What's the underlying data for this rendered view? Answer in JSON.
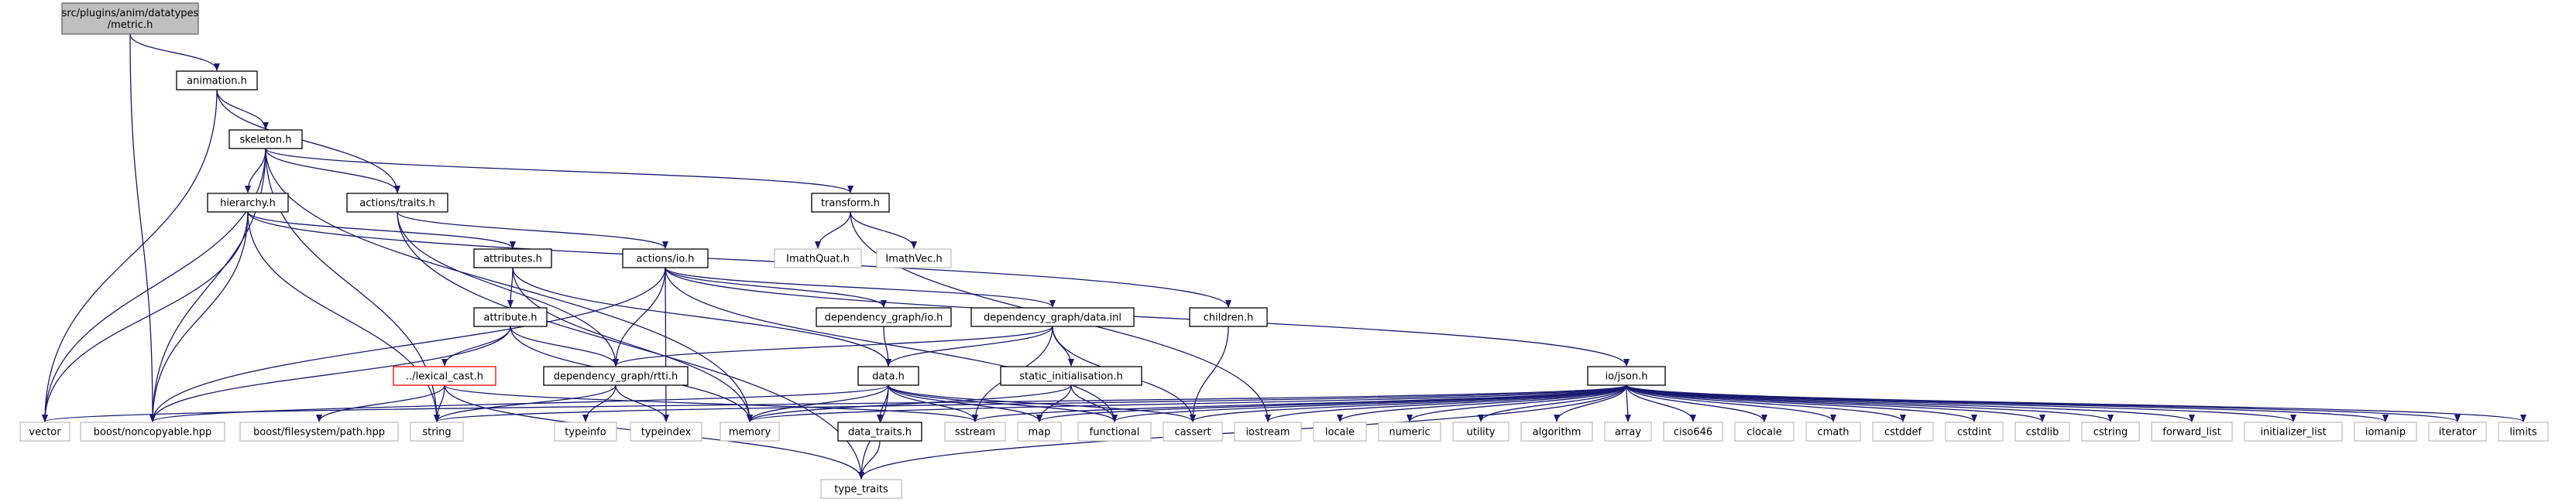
{
  "diagram": {
    "nodes": [
      {
        "id": "root",
        "lines": [
          "src/plugins/anim/datatypes",
          "/metric.h"
        ],
        "style": "root"
      },
      {
        "id": "animation",
        "lines": [
          "animation.h"
        ],
        "style": "normal"
      },
      {
        "id": "skeleton",
        "lines": [
          "skeleton.h"
        ],
        "style": "normal"
      },
      {
        "id": "hierarchy",
        "lines": [
          "hierarchy.h"
        ],
        "style": "normal"
      },
      {
        "id": "actions_traits",
        "lines": [
          "actions/traits.h"
        ],
        "style": "normal"
      },
      {
        "id": "transform",
        "lines": [
          "transform.h"
        ],
        "style": "normal"
      },
      {
        "id": "imathquat",
        "lines": [
          "ImathQuat.h"
        ],
        "style": "gray"
      },
      {
        "id": "imathvec",
        "lines": [
          "ImathVec.h"
        ],
        "style": "gray"
      },
      {
        "id": "attributes",
        "lines": [
          "attributes.h"
        ],
        "style": "normal"
      },
      {
        "id": "actions_io",
        "lines": [
          "actions/io.h"
        ],
        "style": "normal"
      },
      {
        "id": "attribute",
        "lines": [
          "attribute.h"
        ],
        "style": "normal"
      },
      {
        "id": "dg_io",
        "lines": [
          "dependency_graph/io.h"
        ],
        "style": "normal"
      },
      {
        "id": "dg_data",
        "lines": [
          "dependency_graph/data.inl"
        ],
        "style": "normal"
      },
      {
        "id": "children",
        "lines": [
          "children.h"
        ],
        "style": "normal"
      },
      {
        "id": "lexical",
        "lines": [
          "../lexical_cast.h"
        ],
        "style": "red"
      },
      {
        "id": "dg_rtti",
        "lines": [
          "dependency_graph/rtti.h"
        ],
        "style": "normal"
      },
      {
        "id": "data",
        "lines": [
          "data.h"
        ],
        "style": "normal"
      },
      {
        "id": "static_init",
        "lines": [
          "static_initialisation.h"
        ],
        "style": "normal"
      },
      {
        "id": "io_json",
        "lines": [
          "io/json.h"
        ],
        "style": "normal"
      },
      {
        "id": "data_traits",
        "lines": [
          "data_traits.h"
        ],
        "style": "normal"
      },
      {
        "id": "vector",
        "lines": [
          "vector"
        ],
        "style": "gray"
      },
      {
        "id": "noncopyable",
        "lines": [
          "boost/noncopyable.hpp"
        ],
        "style": "gray"
      },
      {
        "id": "filesystem",
        "lines": [
          "boost/filesystem/path.hpp"
        ],
        "style": "gray"
      },
      {
        "id": "string",
        "lines": [
          "string"
        ],
        "style": "gray"
      },
      {
        "id": "typeinfo",
        "lines": [
          "typeinfo"
        ],
        "style": "gray"
      },
      {
        "id": "typeindex",
        "lines": [
          "typeindex"
        ],
        "style": "gray"
      },
      {
        "id": "memory",
        "lines": [
          "memory"
        ],
        "style": "gray"
      },
      {
        "id": "sstream",
        "lines": [
          "sstream"
        ],
        "style": "gray"
      },
      {
        "id": "map",
        "lines": [
          "map"
        ],
        "style": "gray"
      },
      {
        "id": "functional",
        "lines": [
          "functional"
        ],
        "style": "gray"
      },
      {
        "id": "cassert",
        "lines": [
          "cassert"
        ],
        "style": "gray"
      },
      {
        "id": "iostream",
        "lines": [
          "iostream"
        ],
        "style": "gray"
      },
      {
        "id": "locale",
        "lines": [
          "locale"
        ],
        "style": "gray"
      },
      {
        "id": "numeric",
        "lines": [
          "numeric"
        ],
        "style": "gray"
      },
      {
        "id": "utility",
        "lines": [
          "utility"
        ],
        "style": "gray"
      },
      {
        "id": "algorithm",
        "lines": [
          "algorithm"
        ],
        "style": "gray"
      },
      {
        "id": "array",
        "lines": [
          "array"
        ],
        "style": "gray"
      },
      {
        "id": "ciso646",
        "lines": [
          "ciso646"
        ],
        "style": "gray"
      },
      {
        "id": "clocale",
        "lines": [
          "clocale"
        ],
        "style": "gray"
      },
      {
        "id": "cmath",
        "lines": [
          "cmath"
        ],
        "style": "gray"
      },
      {
        "id": "cstddef",
        "lines": [
          "cstddef"
        ],
        "style": "gray"
      },
      {
        "id": "cstdint",
        "lines": [
          "cstdint"
        ],
        "style": "gray"
      },
      {
        "id": "cstdlib",
        "lines": [
          "cstdlib"
        ],
        "style": "gray"
      },
      {
        "id": "cstring",
        "lines": [
          "cstring"
        ],
        "style": "gray"
      },
      {
        "id": "forward_list",
        "lines": [
          "forward_list"
        ],
        "style": "gray"
      },
      {
        "id": "initializer_list",
        "lines": [
          "initializer_list"
        ],
        "style": "gray"
      },
      {
        "id": "iomanip",
        "lines": [
          "iomanip"
        ],
        "style": "gray"
      },
      {
        "id": "iterator",
        "lines": [
          "iterator"
        ],
        "style": "gray"
      },
      {
        "id": "limits",
        "lines": [
          "limits"
        ],
        "style": "gray"
      },
      {
        "id": "type_traits",
        "lines": [
          "type_traits"
        ],
        "style": "gray"
      }
    ],
    "edges": [
      [
        "root",
        "animation"
      ],
      [
        "root",
        "noncopyable"
      ],
      [
        "animation",
        "skeleton"
      ],
      [
        "animation",
        "actions_traits"
      ],
      [
        "animation",
        "vector"
      ],
      [
        "skeleton",
        "hierarchy"
      ],
      [
        "skeleton",
        "actions_traits"
      ],
      [
        "skeleton",
        "transform"
      ],
      [
        "skeleton",
        "vector"
      ],
      [
        "skeleton",
        "noncopyable"
      ],
      [
        "skeleton",
        "string"
      ],
      [
        "skeleton",
        "memory"
      ],
      [
        "hierarchy",
        "attributes"
      ],
      [
        "hierarchy",
        "children"
      ],
      [
        "hierarchy",
        "vector"
      ],
      [
        "hierarchy",
        "noncopyable"
      ],
      [
        "hierarchy",
        "string"
      ],
      [
        "actions_traits",
        "actions_io"
      ],
      [
        "actions_traits",
        "dg_rtti"
      ],
      [
        "actions_traits",
        "type_traits"
      ],
      [
        "transform",
        "imathquat"
      ],
      [
        "transform",
        "imathvec"
      ],
      [
        "transform",
        "iostream"
      ],
      [
        "attributes",
        "attribute"
      ],
      [
        "attributes",
        "data"
      ],
      [
        "attributes",
        "memory"
      ],
      [
        "actions_io",
        "dg_io"
      ],
      [
        "actions_io",
        "dg_data"
      ],
      [
        "actions_io",
        "io_json"
      ],
      [
        "actions_io",
        "dg_rtti"
      ],
      [
        "actions_io",
        "noncopyable"
      ],
      [
        "actions_io",
        "typeindex"
      ],
      [
        "actions_io",
        "functional"
      ],
      [
        "attribute",
        "lexical"
      ],
      [
        "attribute",
        "dg_rtti"
      ],
      [
        "attribute",
        "noncopyable"
      ],
      [
        "attribute",
        "memory"
      ],
      [
        "dg_io",
        "data"
      ],
      [
        "dg_data",
        "data"
      ],
      [
        "dg_data",
        "static_init"
      ],
      [
        "dg_data",
        "dg_rtti"
      ],
      [
        "dg_data",
        "sstream"
      ],
      [
        "dg_data",
        "cassert"
      ],
      [
        "children",
        "cassert"
      ],
      [
        "lexical",
        "string"
      ],
      [
        "lexical",
        "filesystem"
      ],
      [
        "lexical",
        "sstream"
      ],
      [
        "lexical",
        "type_traits"
      ],
      [
        "dg_rtti",
        "typeinfo"
      ],
      [
        "dg_rtti",
        "typeindex"
      ],
      [
        "dg_rtti",
        "string"
      ],
      [
        "data",
        "data_traits"
      ],
      [
        "data",
        "noncopyable"
      ],
      [
        "data",
        "memory"
      ],
      [
        "data",
        "sstream"
      ],
      [
        "data",
        "map"
      ],
      [
        "data",
        "functional"
      ],
      [
        "data",
        "cassert"
      ],
      [
        "data",
        "type_traits"
      ],
      [
        "static_init",
        "map"
      ],
      [
        "static_init",
        "functional"
      ],
      [
        "static_init",
        "memory"
      ],
      [
        "data_traits",
        "type_traits"
      ],
      [
        "io_json",
        "vector"
      ],
      [
        "io_json",
        "string"
      ],
      [
        "io_json",
        "memory"
      ],
      [
        "io_json",
        "sstream"
      ],
      [
        "io_json",
        "map"
      ],
      [
        "io_json",
        "functional"
      ],
      [
        "io_json",
        "cassert"
      ],
      [
        "io_json",
        "iostream"
      ],
      [
        "io_json",
        "locale"
      ],
      [
        "io_json",
        "numeric"
      ],
      [
        "io_json",
        "utility"
      ],
      [
        "io_json",
        "algorithm"
      ],
      [
        "io_json",
        "array"
      ],
      [
        "io_json",
        "ciso646"
      ],
      [
        "io_json",
        "clocale"
      ],
      [
        "io_json",
        "cmath"
      ],
      [
        "io_json",
        "cstddef"
      ],
      [
        "io_json",
        "cstdint"
      ],
      [
        "io_json",
        "cstdlib"
      ],
      [
        "io_json",
        "cstring"
      ],
      [
        "io_json",
        "forward_list"
      ],
      [
        "io_json",
        "initializer_list"
      ],
      [
        "io_json",
        "iomanip"
      ],
      [
        "io_json",
        "iterator"
      ],
      [
        "io_json",
        "limits"
      ],
      [
        "io_json",
        "type_traits"
      ]
    ]
  },
  "colors": {
    "edge": "#191970",
    "root_fill": "#bfbfbf",
    "normal_border": "#000000",
    "external_border": "#bfbfbf",
    "error_border": "#ff0000"
  }
}
